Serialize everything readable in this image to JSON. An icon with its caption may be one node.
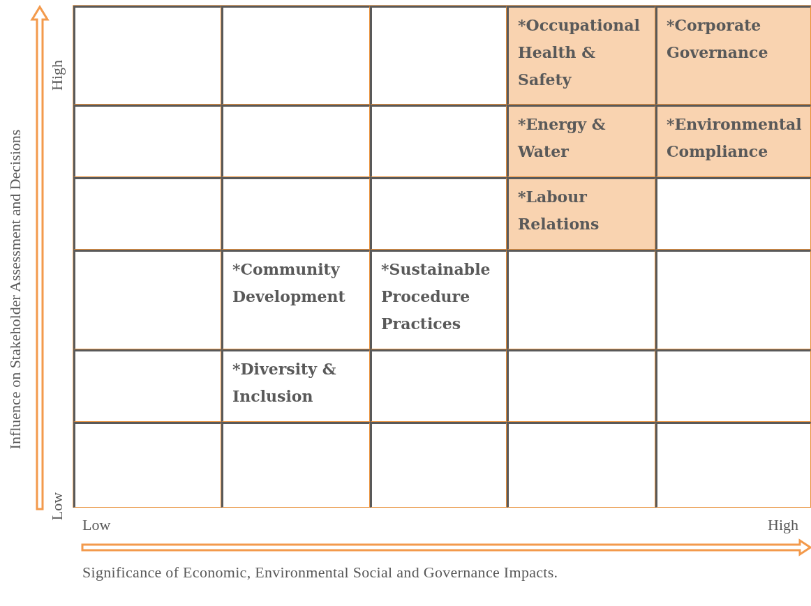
{
  "diagram": {
    "nodes": [
      {
        "text": [],
        "shape": "box"
      },
      {
        "text": [],
        "shape": "box"
      },
      {
        "text": [],
        "shape": "box"
      },
      {
        "text": [
          "*Occupational Health & Safety"
        ]
      },
      {
        "text": [
          "*Corporate Governance"
        ]
      },
      {
        "text": [],
        "shape": "box"
      },
      {
        "text": [],
        "shape": "box"
      },
      {
        "text": [],
        "shape": "box"
      },
      {
        "text": [
          "*Energy & Water"
        ]
      },
      {
        "text": [
          "*Environmental Compliance"
        ]
      },
      {
        "text": [],
        "shape": "box"
      },
      {
        "text": [],
        "shape": "box"
      },
      {
        "text": [],
        "shape": "box"
      },
      {
        "text": [
          "*Labour Relations"
        ]
      },
      {
        "text": [],
        "shape": "box"
      },
      {
        "text": [],
        "shape": "box"
      },
      {
        "text": [
          "*Community Development"
        ]
      },
      {
        "text": [
          "*Sustainable Procedure Practices"
        ]
      },
      {
        "text": [],
        "shape": "box"
      },
      {
        "text": [],
        "shape": "box"
      },
      {
        "text": [],
        "shape": "box"
      },
      {
        "text": [
          "*Diversity & Inclusion"
        ]
      },
      {
        "text": [],
        "shape": "box"
      },
      {
        "text": [],
        "shape": "box"
      },
      {
        "text": [],
        "shape": "box"
      },
      {
        "text": [],
        "shape": "box"
      },
      {
        "text": [],
        "shape": "box"
      },
      {
        "text": [],
        "shape": "box"
      },
      {
        "text": [],
        "shape": "box"
      },
      {
        "text": [],
        "shape": "box"
      }
    ],
    "edges": [],
    "labels": [
      "Influence on Stakeholder Assessment and Decisions",
      "High",
      "Low",
      "Low",
      "High",
      "Significance of Economic, Environmental Social and Governance Impacts."
    ]
  }
}
